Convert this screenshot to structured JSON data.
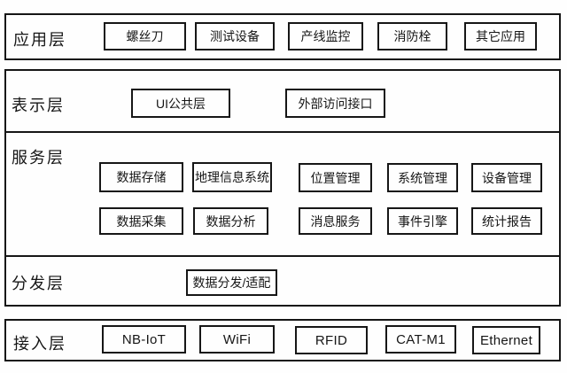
{
  "diagram": {
    "colors": {
      "border": "#161616",
      "background": "#fefefe",
      "text": "#161616"
    },
    "layers": {
      "application": {
        "label": "应用层",
        "items": [
          "螺丝刀",
          "测试设备",
          "产线监控",
          "消防栓",
          "其它应用"
        ]
      },
      "presentation": {
        "label": "表示层",
        "items": [
          "UI公共层",
          "外部访问接口"
        ]
      },
      "service": {
        "label": "服务层",
        "rows": [
          [
            "数据存储",
            "地理信息系统",
            "位置管理",
            "系统管理",
            "设备管理"
          ],
          [
            "数据采集",
            "数据分析",
            "消息服务",
            "事件引擎",
            "统计报告"
          ]
        ]
      },
      "distribution": {
        "label": "分发层",
        "items": [
          "数据分发/适配"
        ]
      },
      "access": {
        "label": "接入层",
        "items": [
          "NB-IoT",
          "WiFi",
          "RFID",
          "CAT-M1",
          "Ethernet"
        ]
      }
    }
  }
}
